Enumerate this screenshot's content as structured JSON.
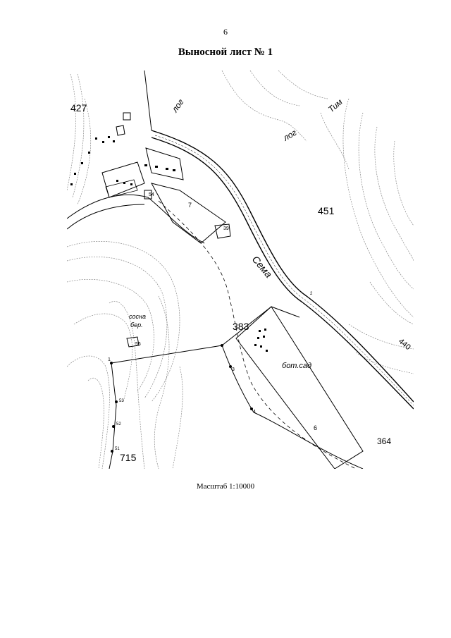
{
  "header": {
    "page_number": "6",
    "title": "Выносной лист № 1"
  },
  "footer": {
    "scale": "Масштаб 1:10000"
  },
  "map": {
    "parcel_numbers": {
      "p427": "427",
      "p451": "451",
      "p383": "383",
      "p715": "715",
      "p364": "364",
      "p440": "440"
    },
    "place_labels": {
      "log_1": "лог",
      "log_2": "лог",
      "tim": "Тим",
      "sema": "Сема",
      "sosna": "сосна",
      "ber": "бер.",
      "bot_sad": "бот.сад"
    },
    "points": {
      "n1": "1",
      "n3": "3",
      "n4": "4",
      "n6": "6",
      "n7": "7",
      "n39": "39",
      "n54": "54",
      "n56": "56",
      "n53": "53",
      "n52": "52",
      "n51": "51",
      "n2": "2"
    }
  }
}
